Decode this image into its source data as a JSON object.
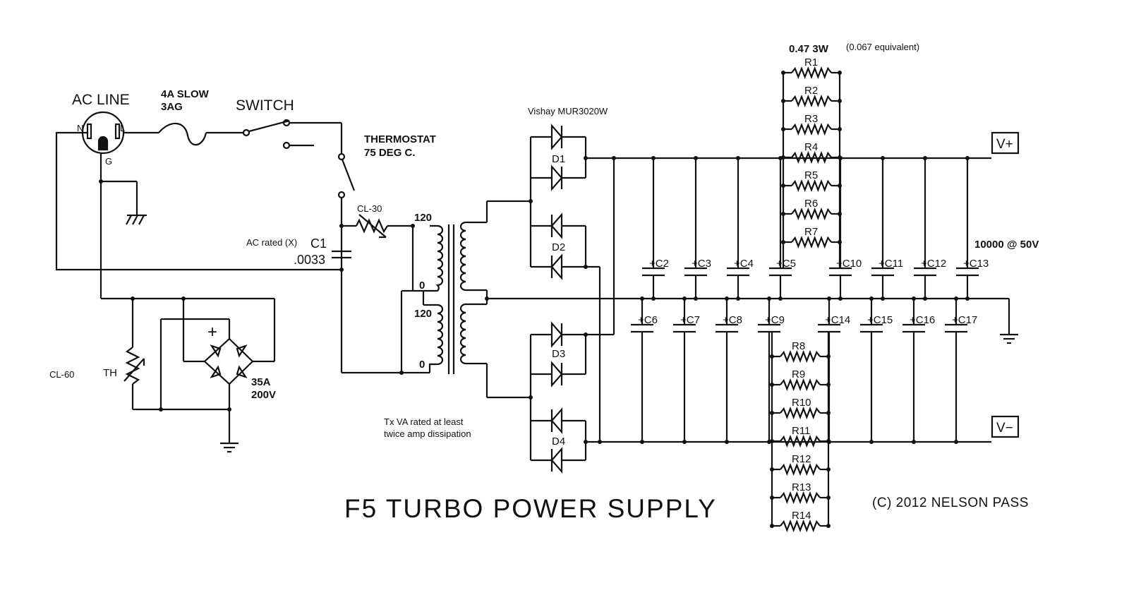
{
  "title": "F5 TURBO POWER SUPPLY",
  "copyright": "(C) 2012 NELSON PASS",
  "input": {
    "ac_line": "AC LINE",
    "neutral": "N",
    "line": "L",
    "ground": "G",
    "fuse_line1": "4A SLOW",
    "fuse_line2": "3AG",
    "switch": "SWITCH",
    "thermostat_line1": "THERMOSTAT",
    "thermostat_line2": "75 DEG C.",
    "cl30": "CL-30",
    "cap_note": "AC rated (X)",
    "c1_ref": "C1",
    "c1_value": ".0033",
    "cl60": "CL-60",
    "th": "TH",
    "bridge_plus": "+",
    "bridge_rating1": "35A",
    "bridge_rating2": "200V"
  },
  "transformer": {
    "tap_top": "120",
    "tap_zero1": "0",
    "tap_mid": "120",
    "tap_zero2": "0",
    "note_line1": "Tx VA rated at least",
    "note_line2": "twice amp dissipation"
  },
  "rectifier": {
    "diode_part": "Vishay MUR3020W",
    "diodes": [
      "D1",
      "D2",
      "D3",
      "D4"
    ]
  },
  "resistors": {
    "value": "0.47 3W",
    "equivalent": "(0.067 equivalent)",
    "top": [
      "R1",
      "R2",
      "R3",
      "R4",
      "R5",
      "R6",
      "R7"
    ],
    "bottom": [
      "R8",
      "R9",
      "R10",
      "R11",
      "R12",
      "R13",
      "R14"
    ]
  },
  "capacitors": {
    "value": "10000 @ 50V",
    "polarity": "+",
    "top": [
      "C2",
      "C3",
      "C4",
      "C5",
      "C10",
      "C11",
      "C12",
      "C13"
    ],
    "bottom": [
      "C6",
      "C7",
      "C8",
      "C9",
      "C14",
      "C15",
      "C16",
      "C17"
    ]
  },
  "outputs": {
    "vplus": "V+",
    "vminus": "V−"
  }
}
